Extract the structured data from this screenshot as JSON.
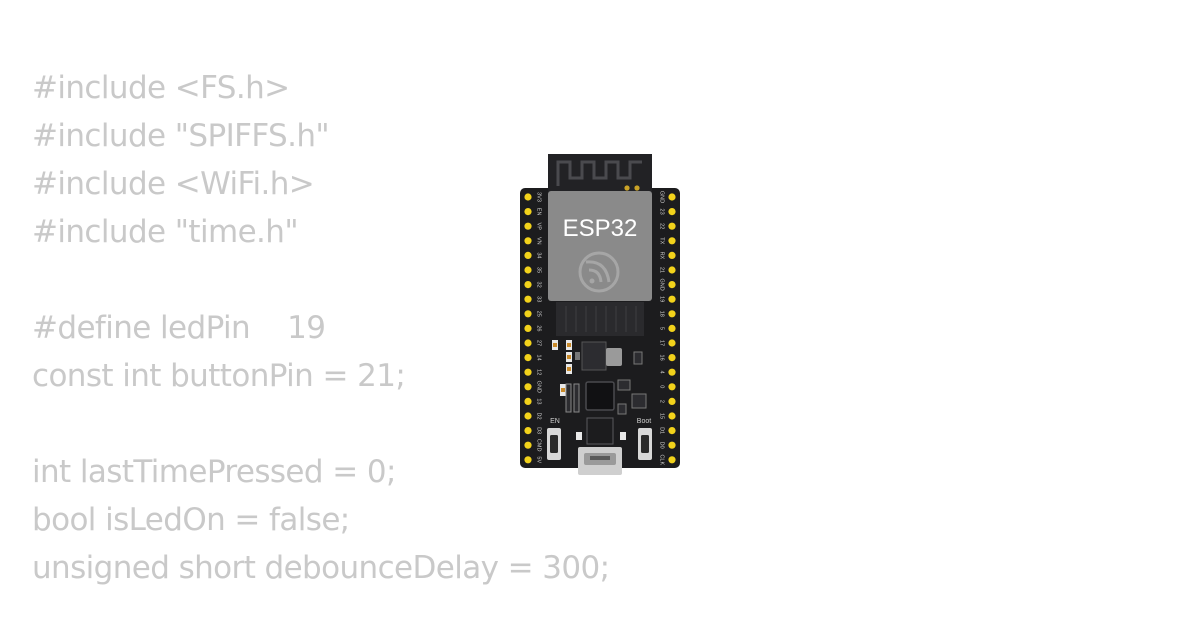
{
  "code": {
    "lines": [
      "#include <FS.h>",
      "#include \"SPIFFS.h\"",
      "#include <WiFi.h>",
      "#include \"time.h\"",
      "",
      "#define ledPin    19",
      "const int buttonPin = 21;",
      "",
      "int lastTimePressed = 0;",
      "bool isLedOn = false;",
      "unsigned short debounceDelay = 300;"
    ]
  },
  "board": {
    "module_label": "ESP32",
    "en_label": "EN",
    "boot_label": "Boot",
    "left_pins": [
      "3V3",
      "EN",
      "VP",
      "VN",
      "34",
      "35",
      "32",
      "33",
      "25",
      "26",
      "27",
      "14",
      "12",
      "GND",
      "13",
      "D2",
      "D3",
      "CMD",
      "5V"
    ],
    "right_pins": [
      "GND",
      "23",
      "22",
      "TX",
      "RX",
      "21",
      "GND",
      "19",
      "18",
      "5",
      "17",
      "16",
      "4",
      "0",
      "2",
      "15",
      "D1",
      "D0",
      "CLK"
    ]
  },
  "colors": {
    "code_text": "#c9c9c9",
    "pcb": "#1c1c1e",
    "module_shield": "#8a8a8a",
    "pin_pad": "#f2d21b"
  }
}
